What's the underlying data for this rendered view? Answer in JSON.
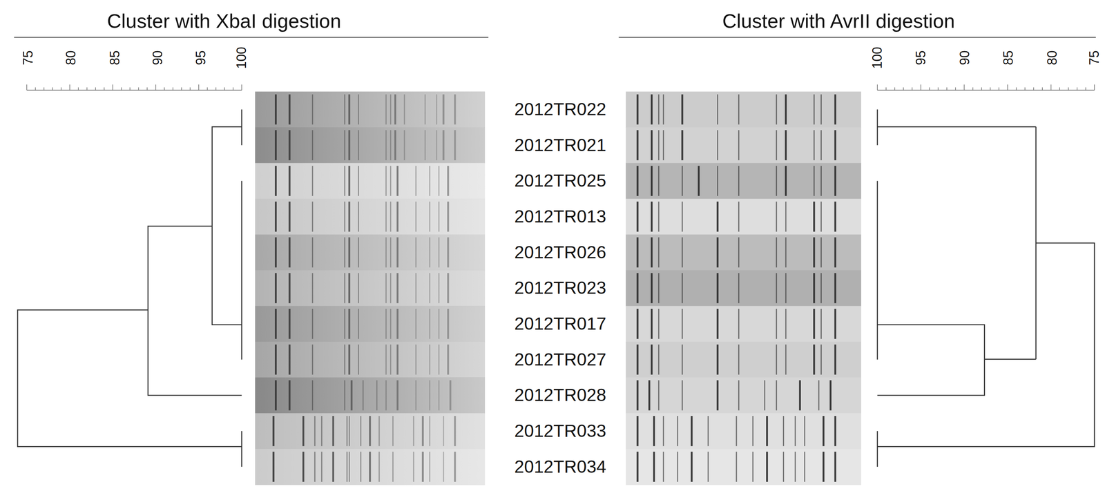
{
  "diagram": {
    "labels": [
      "Cluster with XbaI digestion",
      "Cluster with AvrII digestion",
      "75",
      "80",
      "85",
      "90",
      "95",
      "100",
      "100",
      "95",
      "90",
      "85",
      "80",
      "75",
      "2012TR022",
      "2012TR021",
      "2012TR025",
      "2012TR013",
      "2012TR026",
      "2012TR023",
      "2012TR017",
      "2012TR027",
      "2012TR028",
      "2012TR033",
      "2012TR034"
    ]
  }
}
